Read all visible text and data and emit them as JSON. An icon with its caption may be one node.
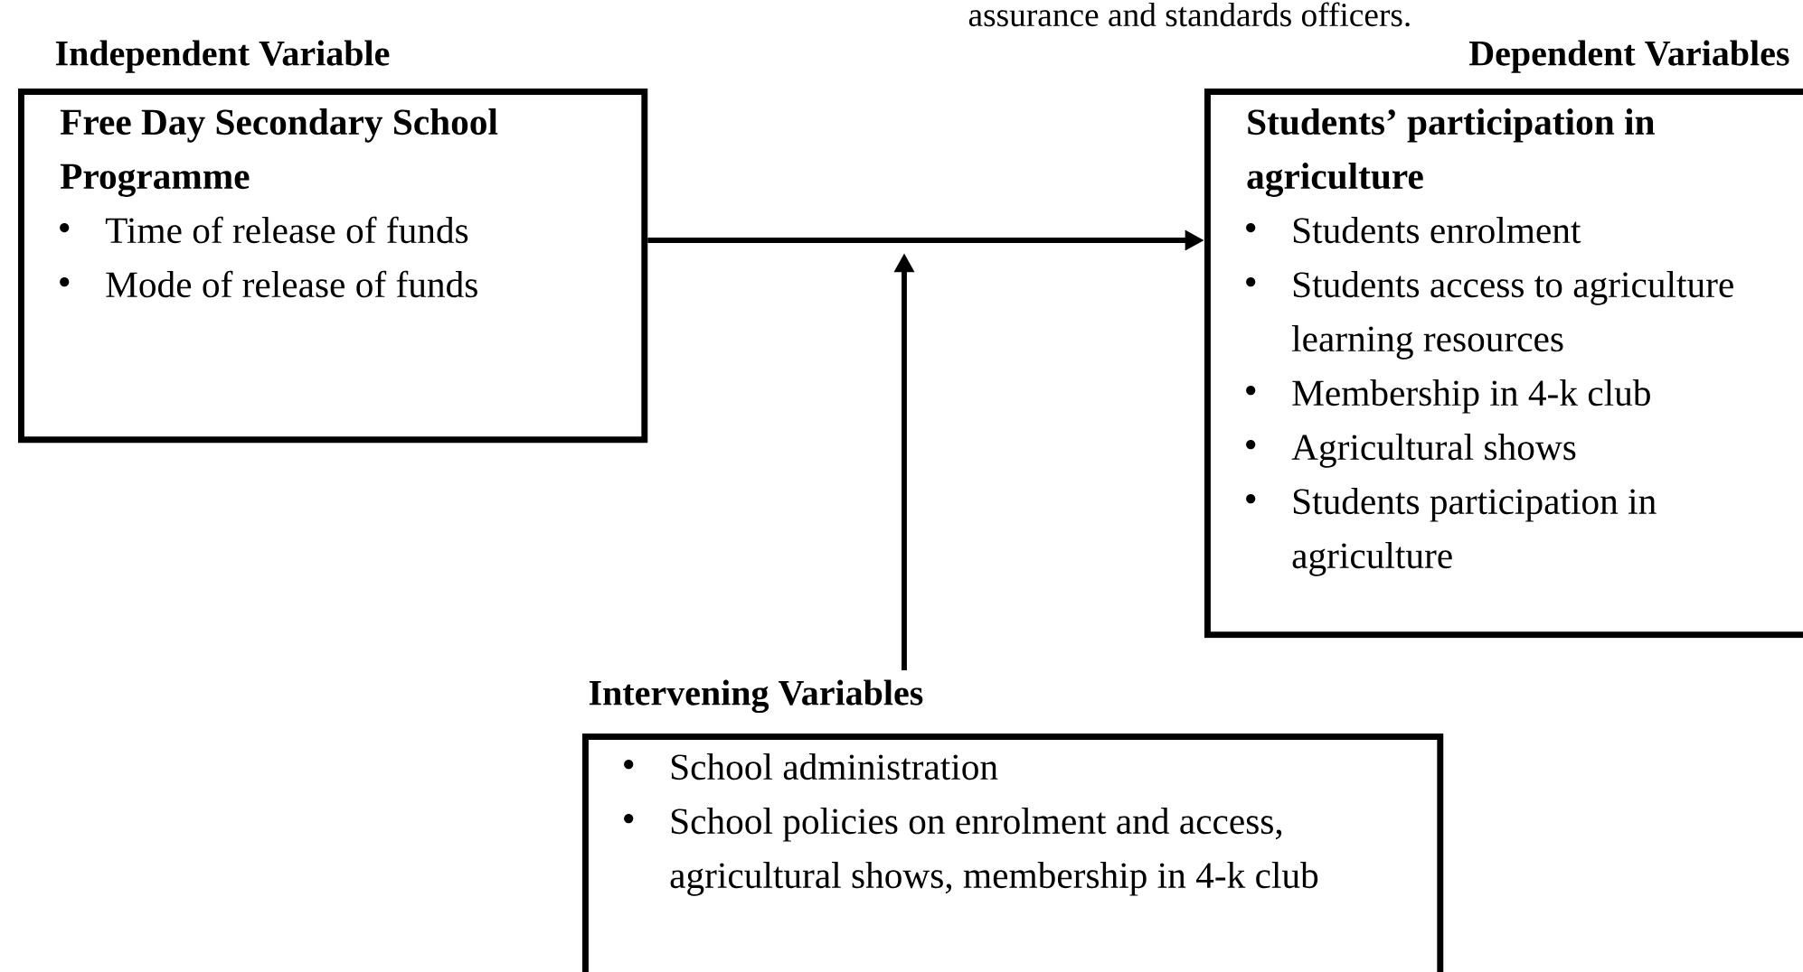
{
  "diagram": {
    "nodes": [
      {
        "text": [
          "Independent Variable",
          "Free Day Secondary School Programme",
          "Time of release of funds",
          "Mode of release of funds"
        ]
      },
      {
        "text": [
          "Dependent Variables",
          "Students’ participation in agriculture",
          "Students enrolment",
          "Students access to agriculture learning resources",
          "Membership in 4-k club",
          "Agricultural shows",
          "Students participation in agriculture"
        ]
      },
      {
        "text": [
          "Intervening Variables",
          "School administration",
          "School policies on enrolment and access, agricultural shows, membership in 4-k club"
        ]
      }
    ],
    "edges": [
      {
        "from": 0,
        "to": 1,
        "arrow": "to"
      },
      {
        "from": 2,
        "to": null,
        "arrow": "to"
      }
    ],
    "labels": [
      "assurance and standards officers."
    ]
  }
}
